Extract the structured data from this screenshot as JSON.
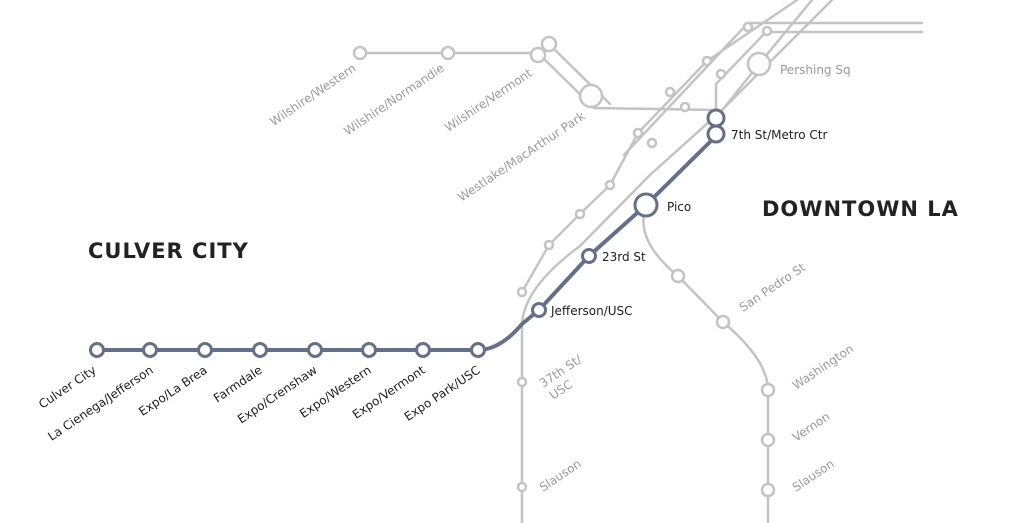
{
  "regions": {
    "west": "CULVER CITY",
    "east": "DOWNTOWN LA"
  },
  "expo_stations": [
    "Culver City",
    "La Cienega/Jefferson",
    "Expo/La Brea",
    "Farmdale",
    "Expo/Crenshaw",
    "Expo/Western",
    "Expo/Vermont",
    "Expo Park/USC",
    "Jefferson/USC",
    "23rd St",
    "Pico",
    "7th St/Metro Ctr"
  ],
  "wilshire_stations": [
    "Wilshire/Western",
    "Wilshire/Normandie",
    "Wilshire/Vermont",
    "Westlake/MacArthur Park"
  ],
  "other_stations": {
    "pershing": "Pershing Sq",
    "san_pedro": "San Pedro St",
    "washington": "Washington",
    "vernon": "Vernon",
    "slauson_east": "Slauson",
    "st37_line1": "37th St/",
    "st37_line2": "USC",
    "slauson_south": "Slauson"
  },
  "colors": {
    "expo_line": "#62708a",
    "other_lines": "#c3c3c3",
    "dark_label": "#1e1e1e",
    "grey_label": "#9a9a9a"
  }
}
